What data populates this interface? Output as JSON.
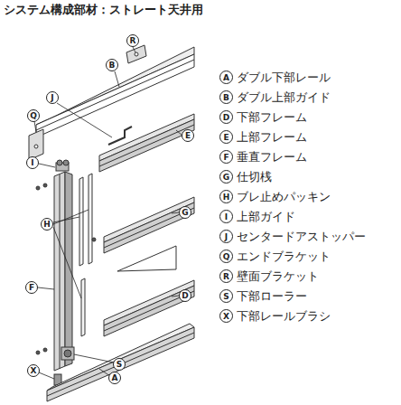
{
  "diagram": {
    "title": "システム構成部材：ストレート天井用",
    "labels": [
      "R",
      "B",
      "J",
      "Q",
      "E",
      "I",
      "H",
      "G",
      "F",
      "D",
      "X",
      "S",
      "A",
      "A",
      "ダブル下部レール",
      "B",
      "ダブル上部ガイド",
      "D",
      "下部フレーム",
      "E",
      "上部フレーム",
      "F",
      "垂直フレーム",
      "G",
      "仕切桟",
      "H",
      "ブレ止めパッキン",
      "I",
      "上部ガイド",
      "J",
      "センタードアストッパー",
      "Q",
      "エンドブラケット",
      "R",
      "壁面ブラケット",
      "S",
      "下部ローラー",
      "X",
      "下部レールブラシ"
    ]
  }
}
